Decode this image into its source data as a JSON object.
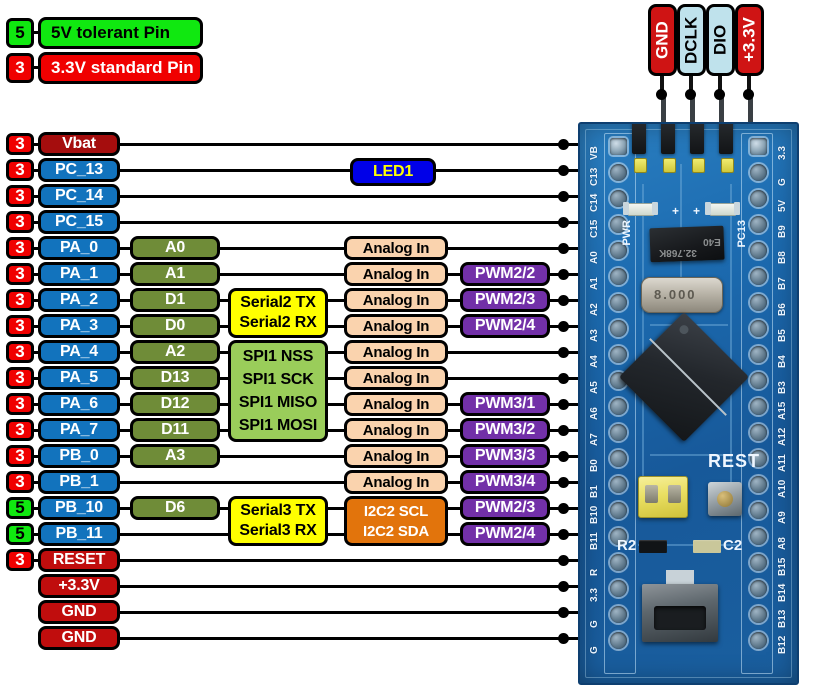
{
  "legend": {
    "items": [
      {
        "tag": "5",
        "label": "5V tolerant Pin",
        "color": "#10e810",
        "text_color": "#000000"
      },
      {
        "tag": "3",
        "label": "3.3V standard Pin",
        "color": "#f00000",
        "text_color": "#ffffff"
      }
    ]
  },
  "swd_header": {
    "pins": [
      {
        "label": "GND",
        "style": "red"
      },
      {
        "label": "DCLK",
        "style": "cyan"
      },
      {
        "label": "DIO",
        "style": "cyan"
      },
      {
        "label": "+3.3V",
        "style": "red"
      }
    ]
  },
  "colors": {
    "pin_blue": "#1273bd",
    "pin_red": "#c00d0d",
    "pin_darkred": "#a50d0d",
    "arduino_green": "#6f8c38",
    "analog_peach": "#fad3ae",
    "pwm_purple": "#7230a8",
    "i2c_orange": "#e2740c",
    "serial_yellow": "#ffff00",
    "spi_green": "#9acd5a",
    "led_blue": "#0000e8",
    "led_text": "#ffff00",
    "tag_5v": "#10e810",
    "tag_3v3": "#f00000",
    "pcb_blue": "#1c6bb0"
  },
  "rows": [
    {
      "tag": "3",
      "tag_style": "v3",
      "pin": "Vbat",
      "pin_style": "darkred",
      "arduino": null,
      "analog": null,
      "pwm": null
    },
    {
      "tag": "3",
      "tag_style": "v3",
      "pin": "PC_13",
      "pin_style": "blue",
      "arduino": null,
      "analog": null,
      "pwm": null
    },
    {
      "tag": "3",
      "tag_style": "v3",
      "pin": "PC_14",
      "pin_style": "blue",
      "arduino": null,
      "analog": null,
      "pwm": null
    },
    {
      "tag": "3",
      "tag_style": "v3",
      "pin": "PC_15",
      "pin_style": "blue",
      "arduino": null,
      "analog": null,
      "pwm": null
    },
    {
      "tag": "3",
      "tag_style": "v3",
      "pin": "PA_0",
      "pin_style": "blue",
      "arduino": "A0",
      "analog": "Analog In",
      "pwm": null
    },
    {
      "tag": "3",
      "tag_style": "v3",
      "pin": "PA_1",
      "pin_style": "blue",
      "arduino": "A1",
      "analog": "Analog In",
      "pwm": "PWM2/2"
    },
    {
      "tag": "3",
      "tag_style": "v3",
      "pin": "PA_2",
      "pin_style": "blue",
      "arduino": "D1",
      "analog": "Analog In",
      "pwm": "PWM2/3"
    },
    {
      "tag": "3",
      "tag_style": "v3",
      "pin": "PA_3",
      "pin_style": "blue",
      "arduino": "D0",
      "analog": "Analog In",
      "pwm": "PWM2/4"
    },
    {
      "tag": "3",
      "tag_style": "v3",
      "pin": "PA_4",
      "pin_style": "blue",
      "arduino": "A2",
      "analog": "Analog In",
      "pwm": null
    },
    {
      "tag": "3",
      "tag_style": "v3",
      "pin": "PA_5",
      "pin_style": "blue",
      "arduino": "D13",
      "analog": "Analog In",
      "pwm": null
    },
    {
      "tag": "3",
      "tag_style": "v3",
      "pin": "PA_6",
      "pin_style": "blue",
      "arduino": "D12",
      "analog": "Analog In",
      "pwm": "PWM3/1"
    },
    {
      "tag": "3",
      "tag_style": "v3",
      "pin": "PA_7",
      "pin_style": "blue",
      "arduino": "D11",
      "analog": "Analog In",
      "pwm": "PWM3/2"
    },
    {
      "tag": "3",
      "tag_style": "v3",
      "pin": "PB_0",
      "pin_style": "blue",
      "arduino": "A3",
      "analog": "Analog In",
      "pwm": "PWM3/3"
    },
    {
      "tag": "3",
      "tag_style": "v3",
      "pin": "PB_1",
      "pin_style": "blue",
      "arduino": null,
      "analog": "Analog In",
      "pwm": "PWM3/4"
    },
    {
      "tag": "5",
      "tag_style": "v5",
      "pin": "PB_10",
      "pin_style": "blue",
      "arduino": "D6",
      "analog": null,
      "pwm": "PWM2/3"
    },
    {
      "tag": "5",
      "tag_style": "v5",
      "pin": "PB_11",
      "pin_style": "blue",
      "arduino": null,
      "analog": null,
      "pwm": "PWM2/4"
    },
    {
      "tag": "3",
      "tag_style": "v3",
      "pin": "RESET",
      "pin_style": "red",
      "arduino": null,
      "analog": null,
      "pwm": null
    },
    {
      "tag": null,
      "tag_style": null,
      "pin": "+3.3V",
      "pin_style": "red",
      "arduino": null,
      "analog": null,
      "pwm": null
    },
    {
      "tag": null,
      "tag_style": null,
      "pin": "GND",
      "pin_style": "red",
      "arduino": null,
      "analog": null,
      "pwm": null
    },
    {
      "tag": null,
      "tag_style": null,
      "pin": "GND",
      "pin_style": "red",
      "arduino": null,
      "analog": null,
      "pwm": null
    }
  ],
  "led": {
    "label": "LED1"
  },
  "serial2": {
    "lines": [
      "Serial2 TX",
      "Serial2 RX"
    ]
  },
  "spi1": {
    "lines": [
      "SPI1 NSS",
      "SPI1 SCK",
      "SPI1 MISO",
      "SPI1 MOSI"
    ]
  },
  "serial3": {
    "lines": [
      "Serial3 TX",
      "Serial3 RX"
    ]
  },
  "i2c2": {
    "lines": [
      "I2C2 SCL",
      "I2C2 SDA"
    ]
  },
  "board": {
    "silk_left": [
      "VB",
      "C13",
      "C14",
      "C15",
      "A0",
      "A1",
      "A2",
      "A3",
      "A4",
      "A5",
      "A6",
      "A7",
      "B0",
      "B1",
      "B10",
      "B11",
      "R",
      "3.3",
      "G",
      "G"
    ],
    "silk_right": [
      "3.3",
      "G",
      "5V",
      "B9",
      "B8",
      "B7",
      "B6",
      "B5",
      "B4",
      "B3",
      "A15",
      "A12",
      "A11",
      "A10",
      "A9",
      "A8",
      "B15",
      "B14",
      "B13",
      "B12"
    ],
    "labels": {
      "pwr_led": "PWR",
      "pc13_led": "PC13",
      "reset_button": "REST",
      "resistor": "R2",
      "capacitor": "C2",
      "rtc_crystal": "32.768K",
      "rtc_crystal_2": "E40",
      "main_crystal": "8.000"
    }
  }
}
